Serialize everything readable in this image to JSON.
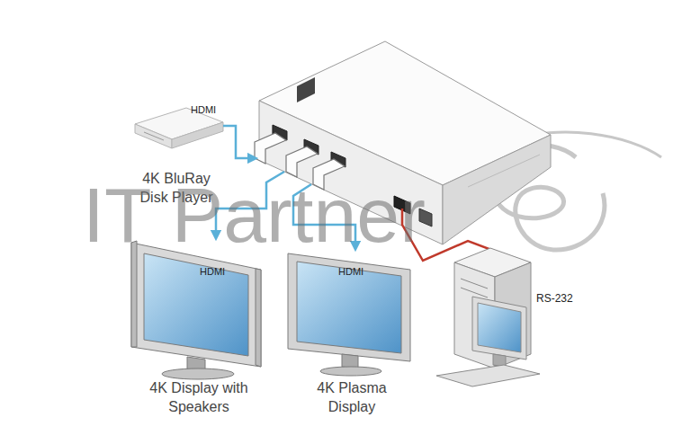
{
  "diagram": {
    "nodes": [
      {
        "text": [
          "4K BluRay Disk Player"
        ]
      },
      {
        "text": [
          "4K Display with Speakers"
        ]
      },
      {
        "text": [
          "4K Plasma Display"
        ]
      }
    ],
    "labels": [
      "HDMI",
      "HDMI",
      "HDMI",
      "RS-232",
      "IT Partner"
    ]
  }
}
